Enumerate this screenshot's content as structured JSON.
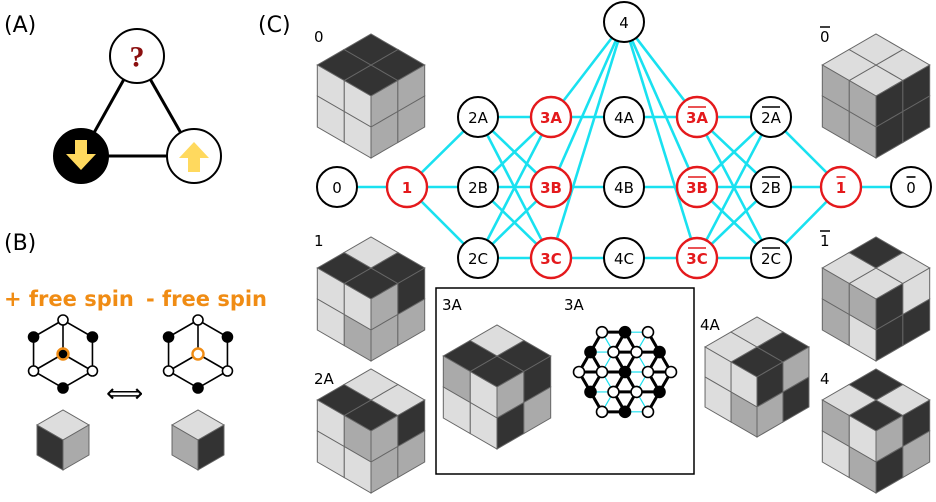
{
  "panels": {
    "a": "(A)",
    "b": "(B)",
    "c": "(C)"
  },
  "panel_a": {
    "question_mark": "?",
    "arrow_down_icon": "arrow-down-icon",
    "arrow_up_icon": "arrow-up-icon",
    "arrow_color": "#ffd95e",
    "question_color": "#8b0f0f"
  },
  "panel_b": {
    "plus_label": "+ free spin",
    "minus_label": "- free spin",
    "double_arrow": "⟺",
    "accent_color": "#f08c14"
  },
  "graph": {
    "nodes": [
      {
        "id": "0",
        "label": "0",
        "red": false,
        "bar": false
      },
      {
        "id": "1",
        "label": "1",
        "red": true,
        "bar": false
      },
      {
        "id": "2A",
        "label": "2A",
        "red": false,
        "bar": false
      },
      {
        "id": "2B",
        "label": "2B",
        "red": false,
        "bar": false
      },
      {
        "id": "2C",
        "label": "2C",
        "red": false,
        "bar": false
      },
      {
        "id": "3A",
        "label": "3A",
        "red": true,
        "bar": false
      },
      {
        "id": "3B",
        "label": "3B",
        "red": true,
        "bar": false
      },
      {
        "id": "3C",
        "label": "3C",
        "red": true,
        "bar": false
      },
      {
        "id": "4",
        "label": "4",
        "red": false,
        "bar": false
      },
      {
        "id": "4A",
        "label": "4A",
        "red": false,
        "bar": false
      },
      {
        "id": "4B",
        "label": "4B",
        "red": false,
        "bar": false
      },
      {
        "id": "4C",
        "label": "4C",
        "red": false,
        "bar": false
      },
      {
        "id": "3Abar",
        "label": "3A",
        "red": true,
        "bar": true
      },
      {
        "id": "3Bbar",
        "label": "3B",
        "red": true,
        "bar": true
      },
      {
        "id": "3Cbar",
        "label": "3C",
        "red": true,
        "bar": true
      },
      {
        "id": "2Abar",
        "label": "2A",
        "red": false,
        "bar": true
      },
      {
        "id": "2Bbar",
        "label": "2B",
        "red": false,
        "bar": true
      },
      {
        "id": "2Cbar",
        "label": "2C",
        "red": false,
        "bar": true
      },
      {
        "id": "1bar",
        "label": "1",
        "red": true,
        "bar": true
      },
      {
        "id": "0bar",
        "label": "0",
        "red": false,
        "bar": true
      }
    ],
    "edges": [
      [
        "0",
        "1"
      ],
      [
        "1",
        "2A"
      ],
      [
        "1",
        "2B"
      ],
      [
        "1",
        "2C"
      ],
      [
        "2A",
        "3A"
      ],
      [
        "2A",
        "3B"
      ],
      [
        "2A",
        "3C"
      ],
      [
        "2B",
        "3A"
      ],
      [
        "2B",
        "3B"
      ],
      [
        "2B",
        "3C"
      ],
      [
        "2C",
        "3A"
      ],
      [
        "2C",
        "3B"
      ],
      [
        "2C",
        "3C"
      ],
      [
        "3A",
        "4A"
      ],
      [
        "3B",
        "4B"
      ],
      [
        "3C",
        "4C"
      ],
      [
        "4",
        "3A"
      ],
      [
        "4",
        "3B"
      ],
      [
        "4",
        "3C"
      ],
      [
        "4",
        "3Abar"
      ],
      [
        "4",
        "3Bbar"
      ],
      [
        "4",
        "3Cbar"
      ],
      [
        "4A",
        "3Abar"
      ],
      [
        "4B",
        "3Bbar"
      ],
      [
        "4C",
        "3Cbar"
      ],
      [
        "3Abar",
        "2Abar"
      ],
      [
        "3Abar",
        "2Bbar"
      ],
      [
        "3Abar",
        "2Cbar"
      ],
      [
        "3Bbar",
        "2Abar"
      ],
      [
        "3Bbar",
        "2Bbar"
      ],
      [
        "3Bbar",
        "2Cbar"
      ],
      [
        "3Cbar",
        "2Abar"
      ],
      [
        "3Cbar",
        "2Bbar"
      ],
      [
        "3Cbar",
        "2Cbar"
      ],
      [
        "2Abar",
        "1bar"
      ],
      [
        "2Bbar",
        "1bar"
      ],
      [
        "2Cbar",
        "1bar"
      ],
      [
        "1bar",
        "0bar"
      ]
    ],
    "edge_color": "#19e1f0",
    "red_color": "#e4191c"
  },
  "cube_labels": {
    "c0": "0",
    "c1": "1",
    "c2A": "2A",
    "c0bar": "0",
    "c1bar": "1",
    "c4": "4",
    "c3A_left": "3A",
    "c3A_right": "3A",
    "c4A": "4A"
  },
  "colors": {
    "dark": "#333333",
    "mid": "#aaaaaa",
    "light": "#dddddd",
    "edge": "#666666"
  }
}
